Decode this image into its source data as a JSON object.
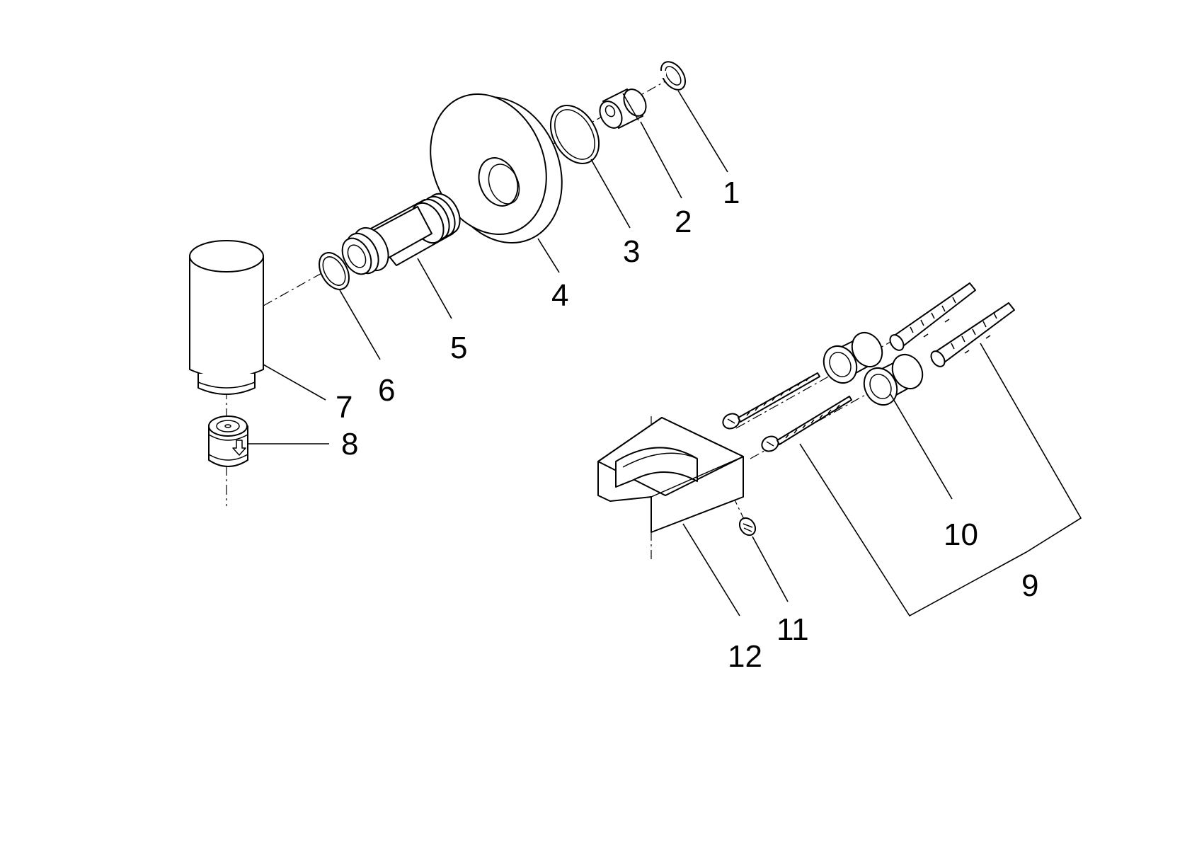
{
  "diagram": {
    "background": "#ffffff",
    "line_color": "#000000",
    "callouts": [
      {
        "id": "c1",
        "label": "1"
      },
      {
        "id": "c2",
        "label": "2"
      },
      {
        "id": "c3",
        "label": "3"
      },
      {
        "id": "c4",
        "label": "4"
      },
      {
        "id": "c5",
        "label": "5"
      },
      {
        "id": "c6",
        "label": "6"
      },
      {
        "id": "c7",
        "label": "7"
      },
      {
        "id": "c8",
        "label": "8"
      },
      {
        "id": "c9",
        "label": "9"
      },
      {
        "id": "c10",
        "label": "10"
      },
      {
        "id": "c11",
        "label": "11"
      },
      {
        "id": "c12",
        "label": "12"
      }
    ],
    "icons": {
      "arrow_marker": "arrow-down-icon"
    }
  }
}
